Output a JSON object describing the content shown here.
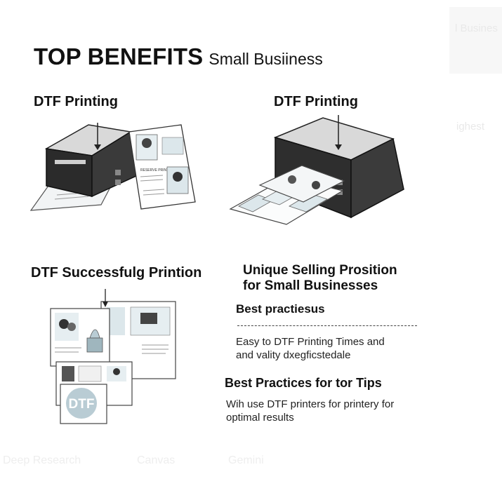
{
  "title": {
    "main": "TOP BENEFITS",
    "sub": "Small Busiiness"
  },
  "left_printer": {
    "heading": "DTF Printing",
    "tiny_caption": "RESERVE PRINTING"
  },
  "right_printer": {
    "heading": "DTF Printing"
  },
  "collage": {
    "heading": "DTF Successfulg Printion",
    "logo_text": "DTF"
  },
  "usp": {
    "heading": "Unique Selling Prosition for Small Businesses",
    "subheading": "Best practiesus",
    "text": "Easy to  DTF Printing Times and and vality dxegficstedale"
  },
  "tips": {
    "heading": "Best Practices for tor Tips",
    "text": "Wih use DTF printers for printery for optimal results"
  },
  "background_ghost": {
    "top_right": "l Busines",
    "mid_right": "ighest",
    "bottom_items": [
      "Deep Research",
      "Canvas",
      "Gemini"
    ]
  },
  "colors": {
    "printer_body": "#2b2b2b",
    "printer_top": "#d9d9d9",
    "paper_accent": "#b9ccd4"
  }
}
